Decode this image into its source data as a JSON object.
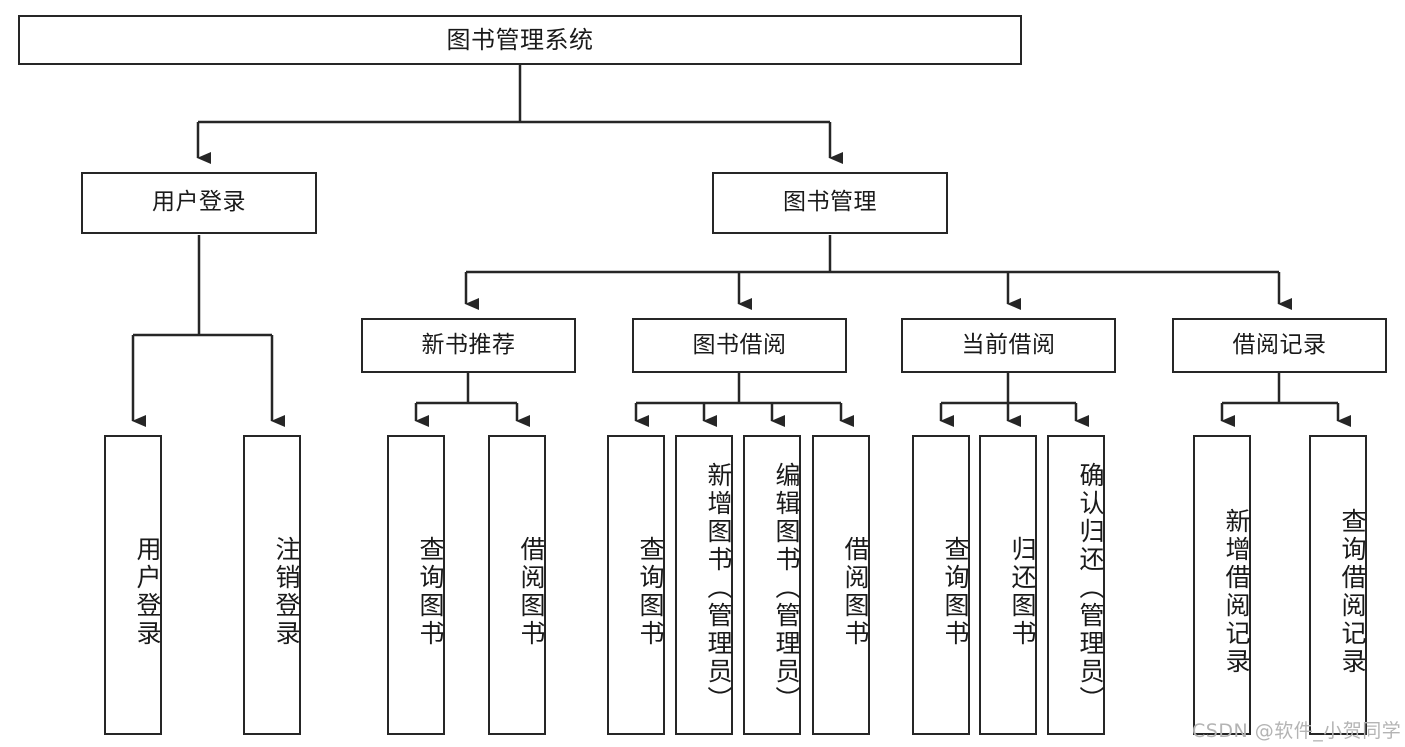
{
  "diagram": {
    "title": "图书管理系统",
    "type": "tree-hierarchy-chart",
    "root": {
      "label": "图书管理系统"
    },
    "level2": [
      {
        "label": "用户登录"
      },
      {
        "label": "图书管理"
      }
    ],
    "level3": [
      {
        "label": "新书推荐"
      },
      {
        "label": "图书借阅"
      },
      {
        "label": "当前借阅"
      },
      {
        "label": "借阅记录"
      }
    ],
    "leaves": [
      {
        "label": "用户登录"
      },
      {
        "label": "注销登录"
      },
      {
        "label": "查询图书"
      },
      {
        "label": "借阅图书"
      },
      {
        "label": "查询图书"
      },
      {
        "label": "新增图书（管理员）"
      },
      {
        "label": "编辑图书（管理员）"
      },
      {
        "label": "借阅图书"
      },
      {
        "label": "查询图书"
      },
      {
        "label": "归还图书"
      },
      {
        "label": "确认归还（管理员）"
      },
      {
        "label": "新增借阅记录"
      },
      {
        "label": "查询借阅记录"
      }
    ]
  },
  "watermark": {
    "text": "CSDN @软件_小贺同学"
  },
  "colors": {
    "stroke": "#262626",
    "fill": "#ffffff",
    "text": "#1a1a1a",
    "watermark": "#b4b4b4"
  }
}
